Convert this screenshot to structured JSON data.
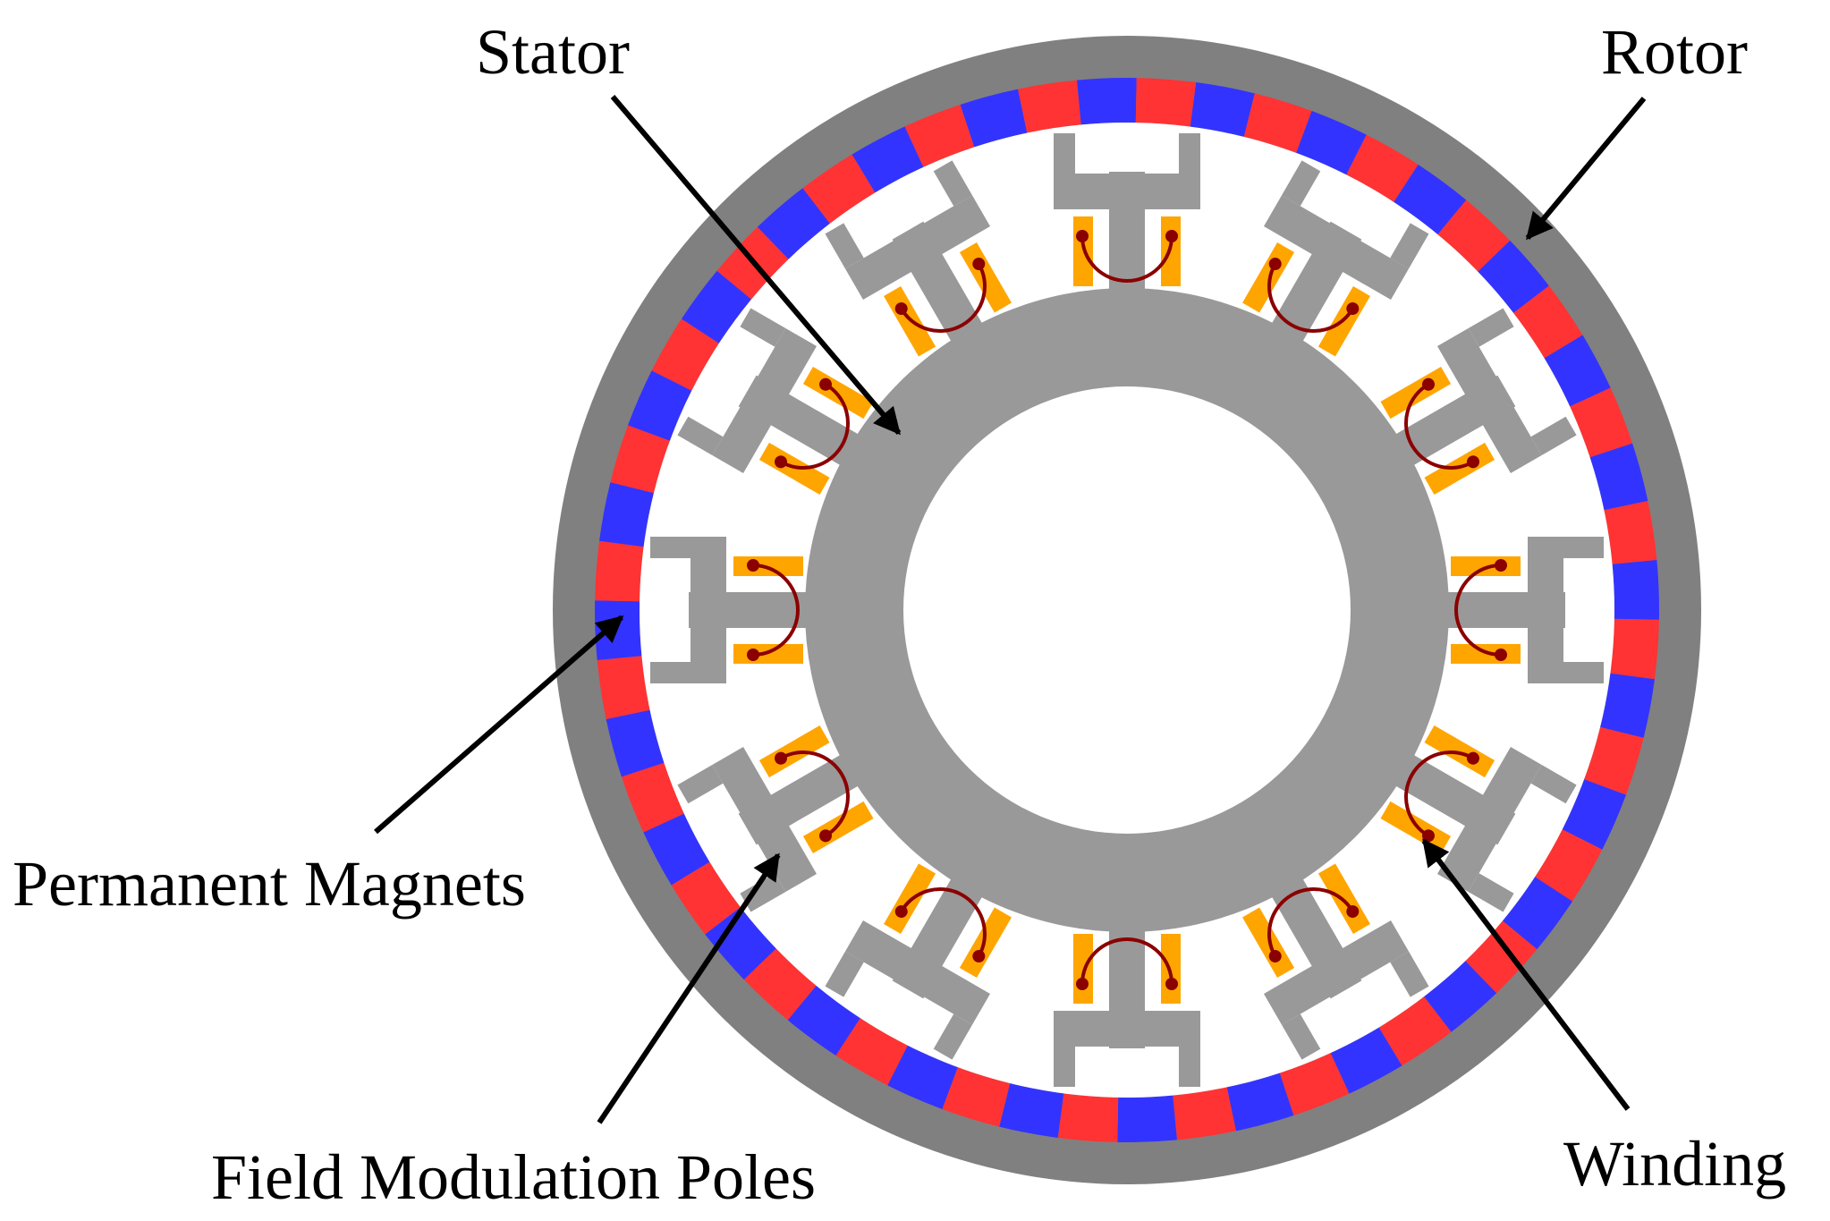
{
  "labels": {
    "stator": "Stator",
    "rotor": "Rotor",
    "permanent_magnets": "Permanent Magnets",
    "field_modulation_poles": "Field Modulation Poles",
    "winding": "Winding"
  },
  "colors": {
    "rotor_yoke": "#808080",
    "magnet_north": "#ff3333",
    "magnet_south": "#3333ff",
    "stator_iron": "#999999",
    "coil": "#ffa500",
    "end_winding": "#8b0000",
    "bore": "#ffffff",
    "arrow": "#000000"
  },
  "structure": {
    "stator_teeth": 12,
    "magnet_segments": 56
  }
}
